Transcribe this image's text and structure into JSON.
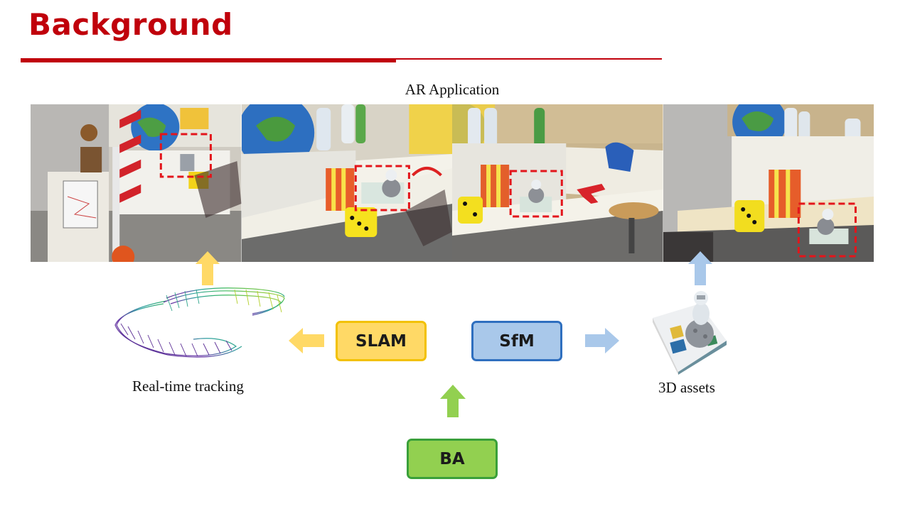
{
  "slide": {
    "title": "Background"
  },
  "captions": {
    "ar_application": "AR Application",
    "real_time_tracking": "Real-time tracking",
    "assets_3d": "3D assets"
  },
  "boxes": {
    "slam": "SLAM",
    "sfm": "SfM",
    "ba": "BA"
  },
  "colors": {
    "title_red": "#c0000b",
    "slam_fill": "#ffd966",
    "slam_border": "#f2c100",
    "sfm_fill": "#a9c8ea",
    "sfm_border": "#2f6fbf",
    "ba_fill": "#92d050",
    "ba_border": "#3aa03a",
    "arrow_yellow": "#ffd966",
    "arrow_blue": "#a9c8ea",
    "arrow_green": "#92d050"
  },
  "photo_frames": [
    "office-scene-1",
    "office-scene-2",
    "office-scene-3",
    "office-scene-4"
  ]
}
